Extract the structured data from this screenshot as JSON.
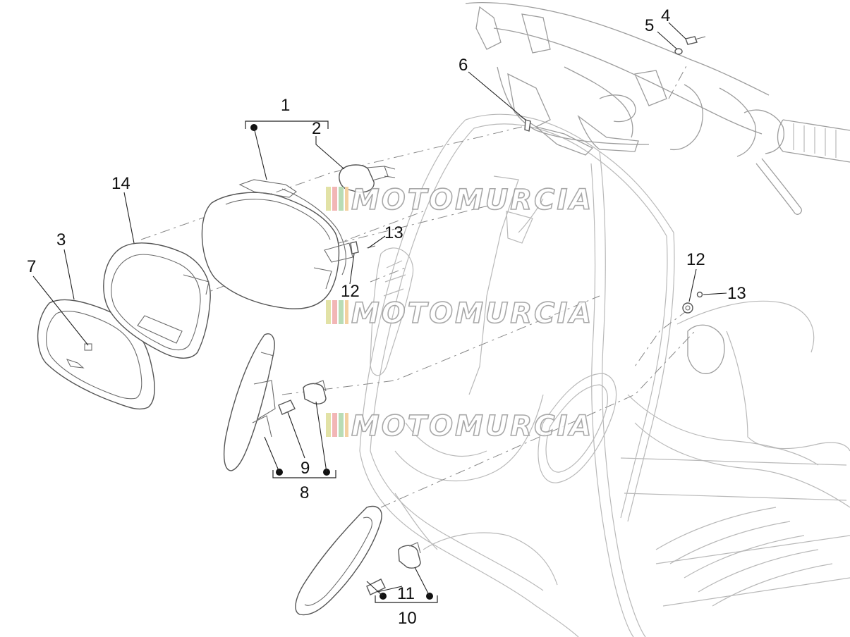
{
  "watermark": {
    "text": "MOTOMURCIA",
    "stripe_colors": [
      "#e2e2a6",
      "#f2b6b6",
      "#b9dcb5",
      "#f3d0a0"
    ]
  },
  "labels": {
    "p1": "1",
    "p2": "2",
    "p3": "3",
    "p4": "4",
    "p5": "5",
    "p6": "6",
    "p7": "7",
    "p8": "8",
    "p9": "9",
    "p10": "10",
    "p11": "11",
    "p12a": "12",
    "p12b": "12",
    "p13a": "13",
    "p13b": "13",
    "p14": "14"
  }
}
